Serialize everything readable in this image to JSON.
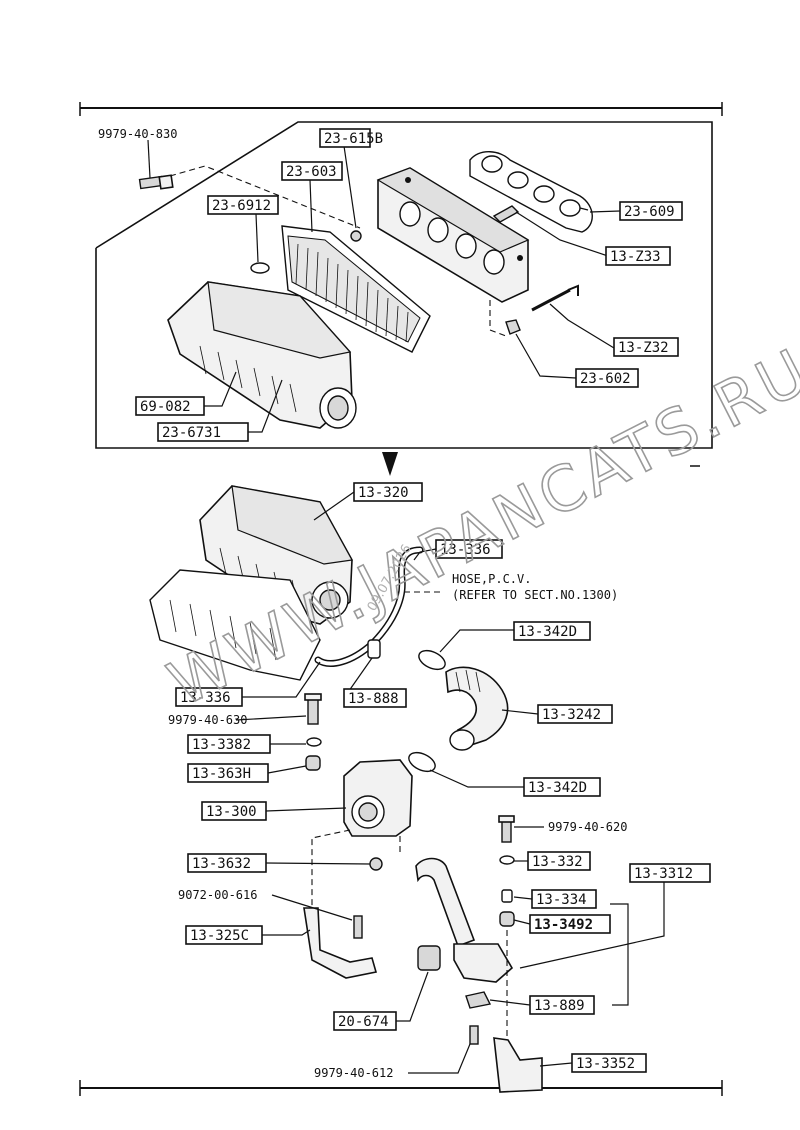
{
  "watermark": {
    "text": "WWW.JAPANCATS.RU",
    "date": "09.07.2026"
  },
  "labels": {
    "l9979_40_830": "9979-40-830",
    "l23_615B": "23-615B",
    "l23_603": "23-603",
    "l23_6912": "23-6912",
    "l23_609": "23-609",
    "l13_Z33": "13-Z33",
    "l13_Z32": "13-Z32",
    "l23_602": "23-602",
    "l69_082": "69-082",
    "l23_6731": "23-6731",
    "l13_320": "13-320",
    "l13_336a": "13-336",
    "hose_line1": "HOSE,P.C.V.",
    "hose_line2": "(REFER TO SECT.NO.1300)",
    "l13_342D_top": "13-342D",
    "l13_336b": "13-336",
    "l13_888": "13-888",
    "l13_3242": "13-3242",
    "l9979_40_630": "9979-40-630",
    "l13_3382": "13-3382",
    "l13_363H": "13-363H",
    "l13_342D_bottom": "13-342D",
    "l13_300": "13-300",
    "l9979_40_620": "9979-40-620",
    "l13_3632": "13-3632",
    "l13_332": "13-332",
    "l13_3312": "13-3312",
    "l13_334": "13-334",
    "l9072_00_616": "9072-00-616",
    "l13_3492": "13-3492",
    "l13_325C": "13-325C",
    "l13_889": "13-889",
    "l20_674": "20-674",
    "l9979_40_612": "9979-40-612",
    "l13_3352": "13-3352"
  }
}
